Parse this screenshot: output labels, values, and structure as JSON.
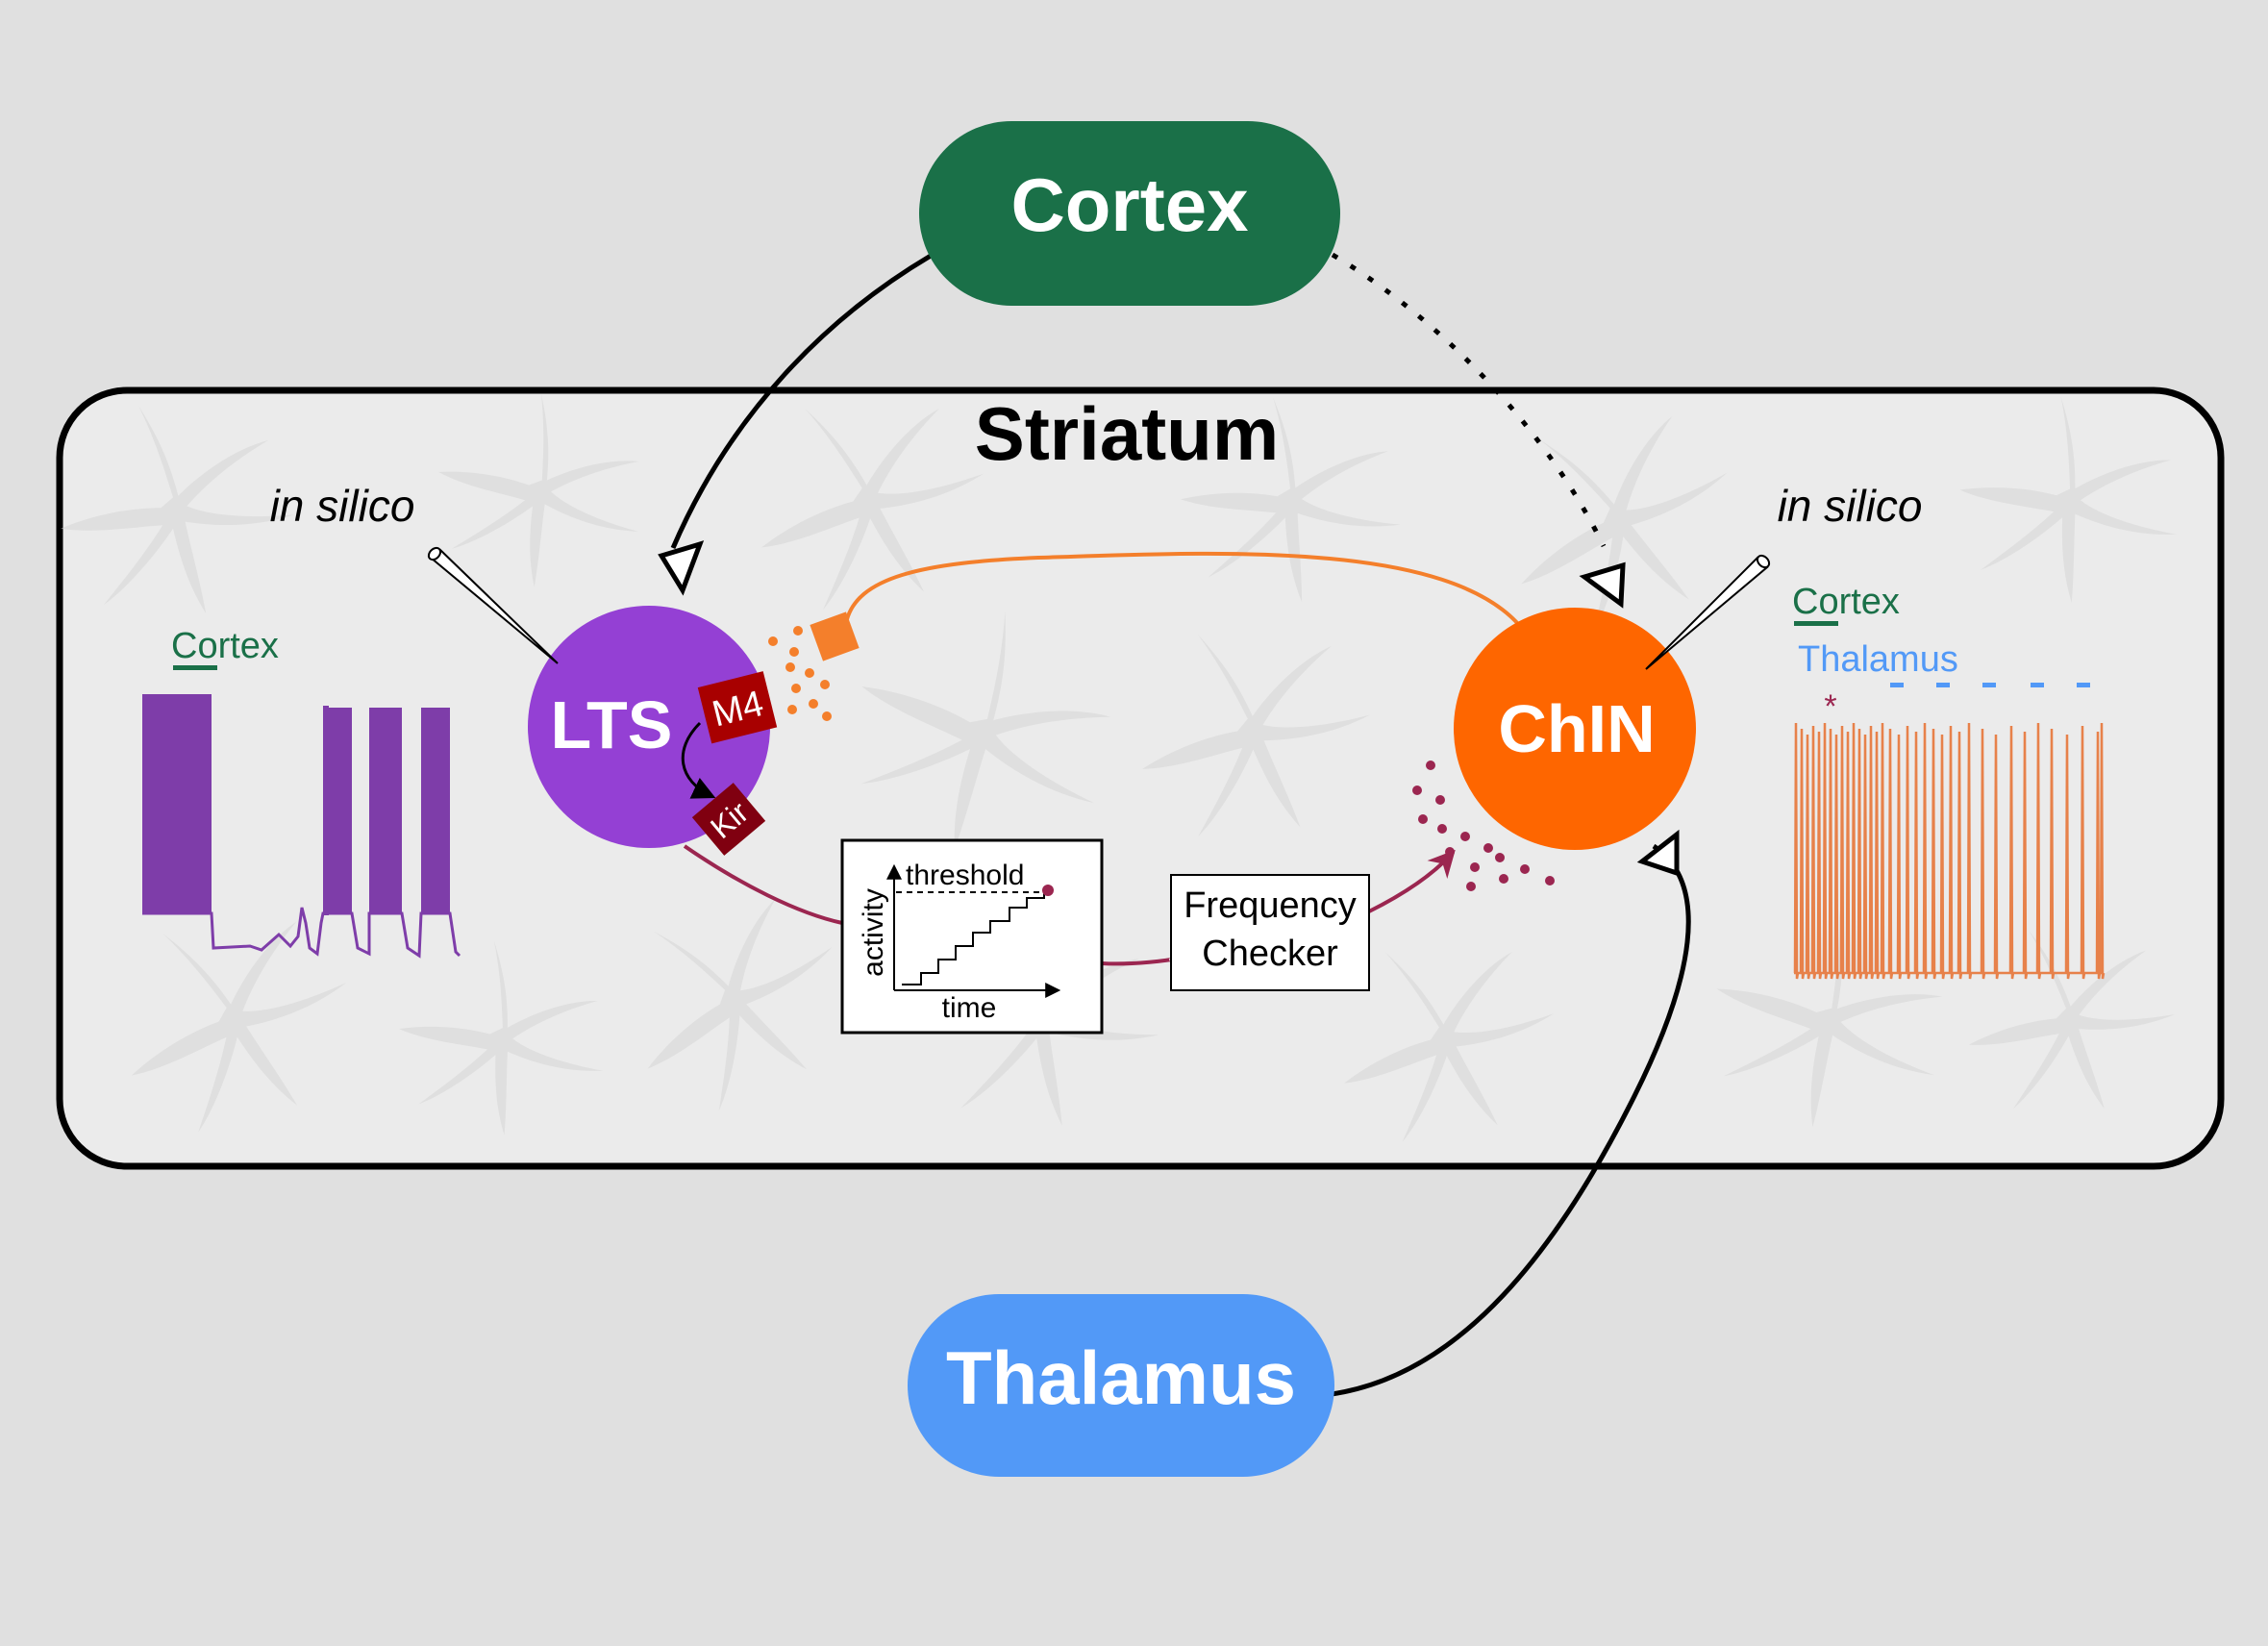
{
  "nodes": {
    "cortex": {
      "label": "Cortex",
      "color": "#1a7048"
    },
    "thalamus": {
      "label": "Thalamus",
      "color": "#5299f7"
    },
    "lts": {
      "label": "LTS",
      "color": "#9440d4"
    },
    "chin": {
      "label": "ChIN",
      "color": "#fe6600"
    }
  },
  "striatum": {
    "title": "Striatum",
    "fill": "#ebebeb"
  },
  "receptors": {
    "m4": "M4",
    "kir": "Kir",
    "color": "#a80000",
    "kir_color": "#800010"
  },
  "left_recording": {
    "mode_label": "in silico",
    "stim_label": "Cortex",
    "trace_color": "#7e3da9"
  },
  "right_recording": {
    "mode_label": "in silico",
    "stim_label_cortex": "Cortex",
    "stim_label_thalamus": "Thalamus",
    "marker": "*",
    "trace_color": "#e7814a"
  },
  "threshold_box": {
    "ylabel": "activity",
    "xlabel": "time",
    "threshold_label": "threshold"
  },
  "frequency_checker": {
    "line1": "Frequency",
    "line2": "Checker"
  },
  "colors": {
    "acetylcholine": "#f47f2b",
    "output": "#9b2650",
    "text_green": "#1a7048",
    "text_blue": "#5299f7"
  }
}
